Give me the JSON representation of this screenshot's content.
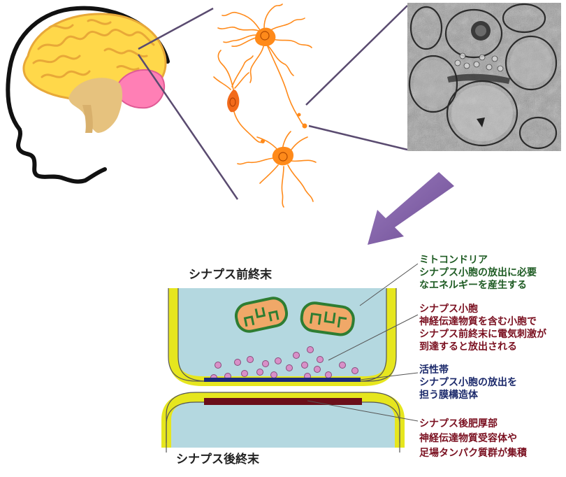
{
  "labels": {
    "pre_terminal": "シナプス前終末",
    "post_terminal": "シナプス後終末"
  },
  "annotations": {
    "mitochondria": {
      "title": "ミトコンドリア",
      "line1": "シナプス小胞の放出に必要",
      "line2": "なエネルギーを産生する",
      "color": "#1f5c24"
    },
    "vesicle": {
      "title": "シナプス小胞",
      "line1": "神経伝達物質を含む小胞で",
      "line2": "シナプス前終末に電気刺激が",
      "line3": "到達すると放出される",
      "color": "#7a1020"
    },
    "active_zone": {
      "title": "活性帯",
      "line1": "シナプス小胞の放出を",
      "line2": "担う膜構造体",
      "color": "#1c2a6b"
    },
    "psd": {
      "title": "シナプス後肥厚部",
      "line1": "神経伝達物質受容体や",
      "line2": "足場タンパク質群が集積",
      "color": "#7a1020"
    }
  },
  "colors": {
    "membrane": "#e6e61e",
    "cytoplasm": "#b4d8e0",
    "mito_fill": "#f0a868",
    "mito_border": "#2e7d32",
    "vesicle": "#d890c8",
    "active_zone": "#1a2a7a",
    "psd": "#6b0f1a",
    "neuron": "#ff8a1a",
    "brain_cortex": "#ffd84a",
    "arrow": "#7e5ca0"
  }
}
